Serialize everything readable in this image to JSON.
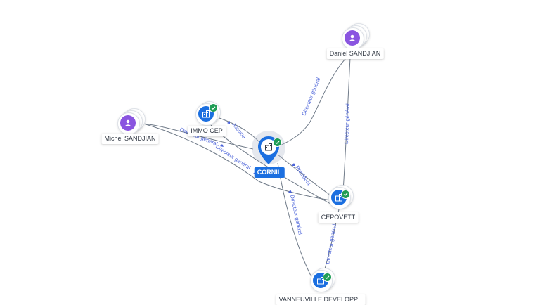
{
  "nodes": {
    "daniel": {
      "label": "Daniel SANDJIAN",
      "type": "person",
      "icon": "person-icon"
    },
    "michel": {
      "label": "Michel SANDJIAN",
      "type": "person",
      "icon": "person-icon"
    },
    "immo_cep": {
      "label": "IMMO CEP",
      "type": "company",
      "icon": "building-icon",
      "verified": true
    },
    "cornil": {
      "label": "CORNIL",
      "type": "company",
      "icon": "building-icon",
      "verified": true,
      "focus": true
    },
    "cepovett": {
      "label": "CEPOVETT",
      "type": "company",
      "icon": "building-icon",
      "verified": true
    },
    "vanneuville": {
      "label": "VANNEUVILLE DEVELOPP...",
      "type": "company",
      "icon": "building-icon",
      "verified": true
    }
  },
  "edges": [
    {
      "id": "daniel-cornil",
      "label": "Directeur général"
    },
    {
      "id": "daniel-cepovett",
      "label": "Directeur général"
    },
    {
      "id": "immo-cornil",
      "label": "Associé"
    },
    {
      "id": "michel-immo",
      "label": "Directeur général"
    },
    {
      "id": "michel-cornil",
      "label": "Directeur général"
    },
    {
      "id": "cornil-cepovett",
      "label": "Président"
    },
    {
      "id": "cornil-vanneuville",
      "label": "Directeur général"
    },
    {
      "id": "cepovett-vanneuville",
      "label": "Directeur général"
    }
  ],
  "colors": {
    "person": "#8a55e0",
    "company": "#1b6fe0",
    "verified": "#1f9d55",
    "edge_label": "#4b63d9",
    "edge_line": "#6f7a88"
  }
}
